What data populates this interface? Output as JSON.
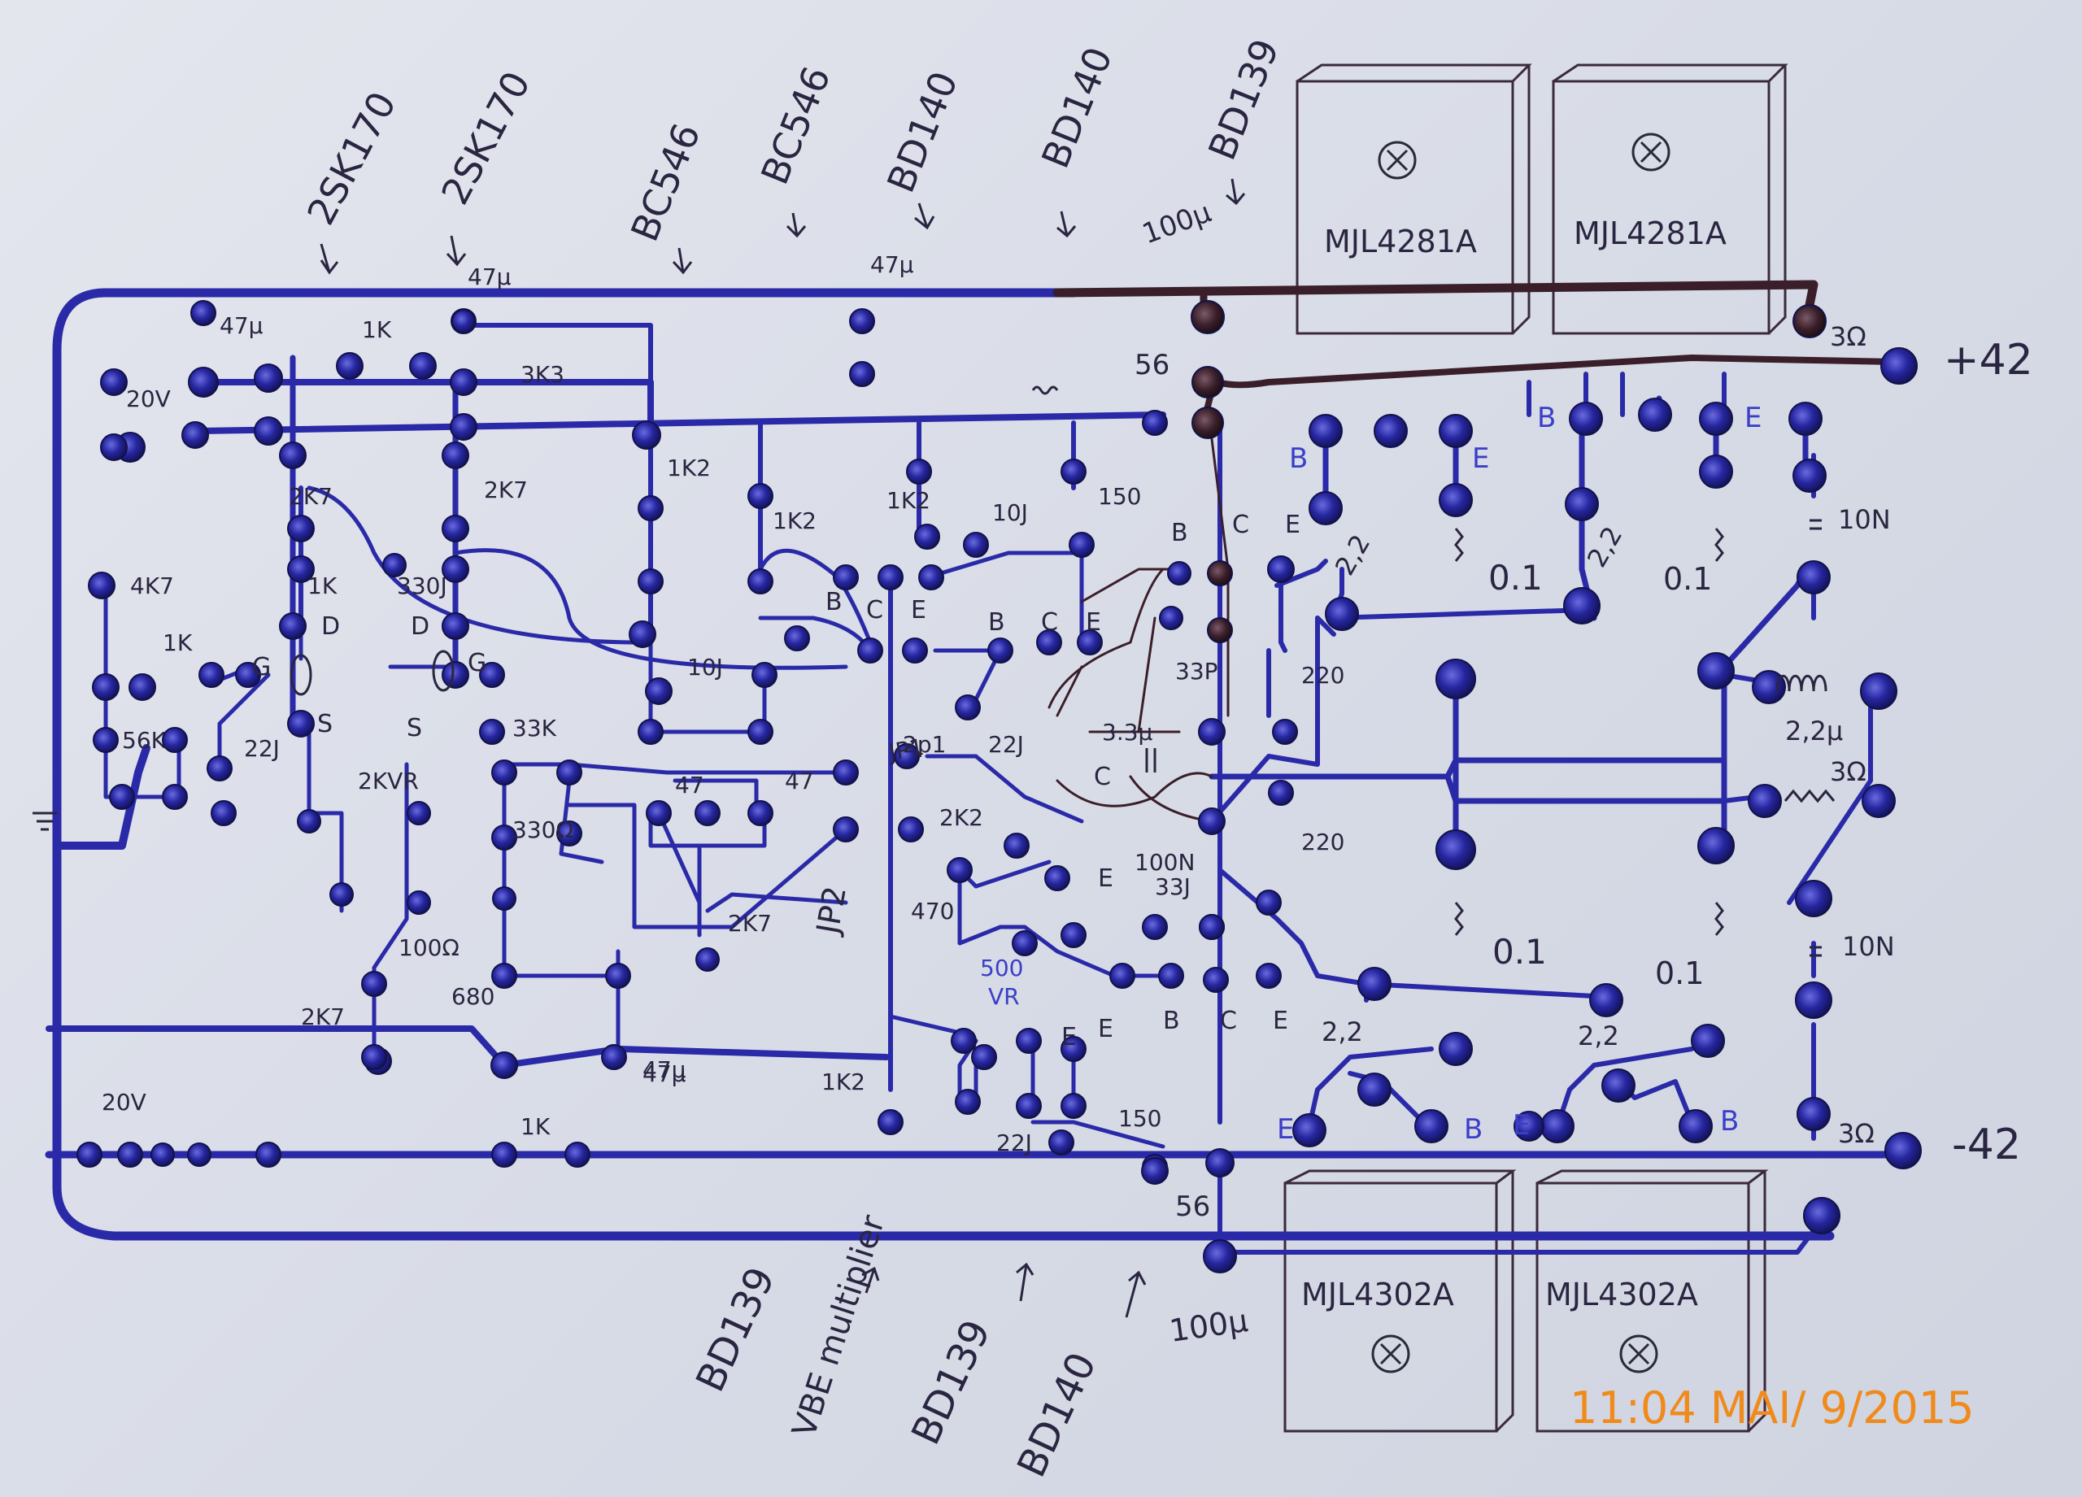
{
  "colors": {
    "ink_blue": "#2a2aa8",
    "ink_brown": "#3a1f2a",
    "stamp_orange": "#f08a1a",
    "paper": "#dde0ea"
  },
  "top_labels": {
    "t1": "2SK170",
    "t2": "2SK170",
    "t3": "BC546",
    "t4": "BC546",
    "t5": "BD140",
    "t6": "BD140",
    "t7": "BD139",
    "t7_cap": "100µ"
  },
  "bottom_labels": {
    "b1": "BD139",
    "b2": "VBE multiplier",
    "b3": "BD139",
    "b4": "BD140",
    "b5": "100µ"
  },
  "output_transistors": {
    "q1": "MJL4281A",
    "q2": "MJL4281A",
    "q3": "MJL4302A",
    "q4": "MJL4302A"
  },
  "rails": {
    "pos": "+42",
    "neg": "-42"
  },
  "components": {
    "c47u_a": "47µ",
    "c47u_b": "47µ",
    "c47u_c": "47µ",
    "c47u_d": "47µ",
    "c47u_e": "47µ",
    "z20v_a": "20V",
    "z20v_b": "20V",
    "r1k_a": "1K",
    "r1k_b": "1K",
    "r1k_c": "1K",
    "r1k_d": "1K",
    "r3k3": "3K3",
    "r2k7_a": "2K7",
    "r2k7_b": "2K7",
    "r2k7_c": "2K7",
    "r2k7_d": "2K7",
    "r1k2_a": "1K2",
    "r1k2_b": "1K2",
    "r1k2_c": "1K2",
    "r1k2_d": "1K2",
    "r4k7": "4K7",
    "r56k": "56K",
    "c22j_a": "22J",
    "c22j_b": "22J",
    "c22j_c": "22J",
    "c330j": "330J",
    "r33k": "33K",
    "r330": "330Ω",
    "vr2k": "2KVR",
    "r100": "100Ω",
    "r680": "680",
    "c10j_a": "10J",
    "c10j_b": "10J",
    "r47_a": "47",
    "r47_b": "47",
    "r150_a": "150",
    "r150_b": "150",
    "r56_a": "56",
    "r56_b": "56",
    "c33p": "33P",
    "r220_a": "220",
    "r220_b": "220",
    "c33u": "3.3µ",
    "c100n": "100N",
    "c33j": "33J",
    "c2p1": "2p1",
    "r2k2": "2K2",
    "r470": "470",
    "vr500": "500\nVR",
    "vr500_a": "500",
    "vr500_b": "VR",
    "jp1": "JP1",
    "jp2": "JP2",
    "r2_2_a": "2,2",
    "r2_2_b": "2,2",
    "r2_2_c": "2,2",
    "r2_2_d": "2,2",
    "r0_1_a": "0.1",
    "r0_1_b": "0.1",
    "r0_1_c": "0.1",
    "r0_1_d": "0.1",
    "c10n_a": "10N",
    "c10n_b": "10N",
    "l2_2u": "2,2µ",
    "r3_a": "3Ω",
    "r3_b": "3Ω",
    "r3_c": "3Ω"
  },
  "pins": {
    "B": "B",
    "C": "C",
    "E": "E",
    "G": "G",
    "D": "D",
    "S": "S"
  },
  "timestamp": "11:04 MAI/ 9/2015"
}
